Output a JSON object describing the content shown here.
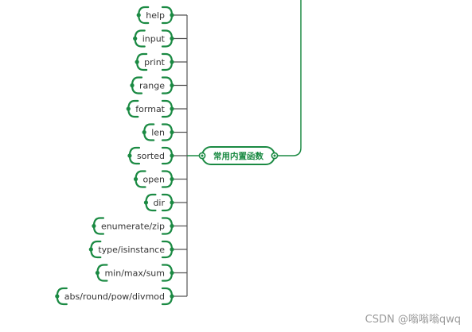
{
  "diagram": {
    "center": {
      "label": "常用内置函数"
    },
    "leaves": [
      {
        "label": "help"
      },
      {
        "label": "input"
      },
      {
        "label": "print"
      },
      {
        "label": "range"
      },
      {
        "label": "format"
      },
      {
        "label": "len"
      },
      {
        "label": "sorted"
      },
      {
        "label": "open"
      },
      {
        "label": "dir"
      },
      {
        "label": "enumerate/zip"
      },
      {
        "label": "type/isinstance"
      },
      {
        "label": "min/max/sum"
      },
      {
        "label": "abs/round/pow/divmod"
      }
    ],
    "colors": {
      "accent": "#1b8a43",
      "connector": "#555555",
      "text": "#333333"
    }
  },
  "watermark": "CSDN @嗡嗡嗡qwq"
}
